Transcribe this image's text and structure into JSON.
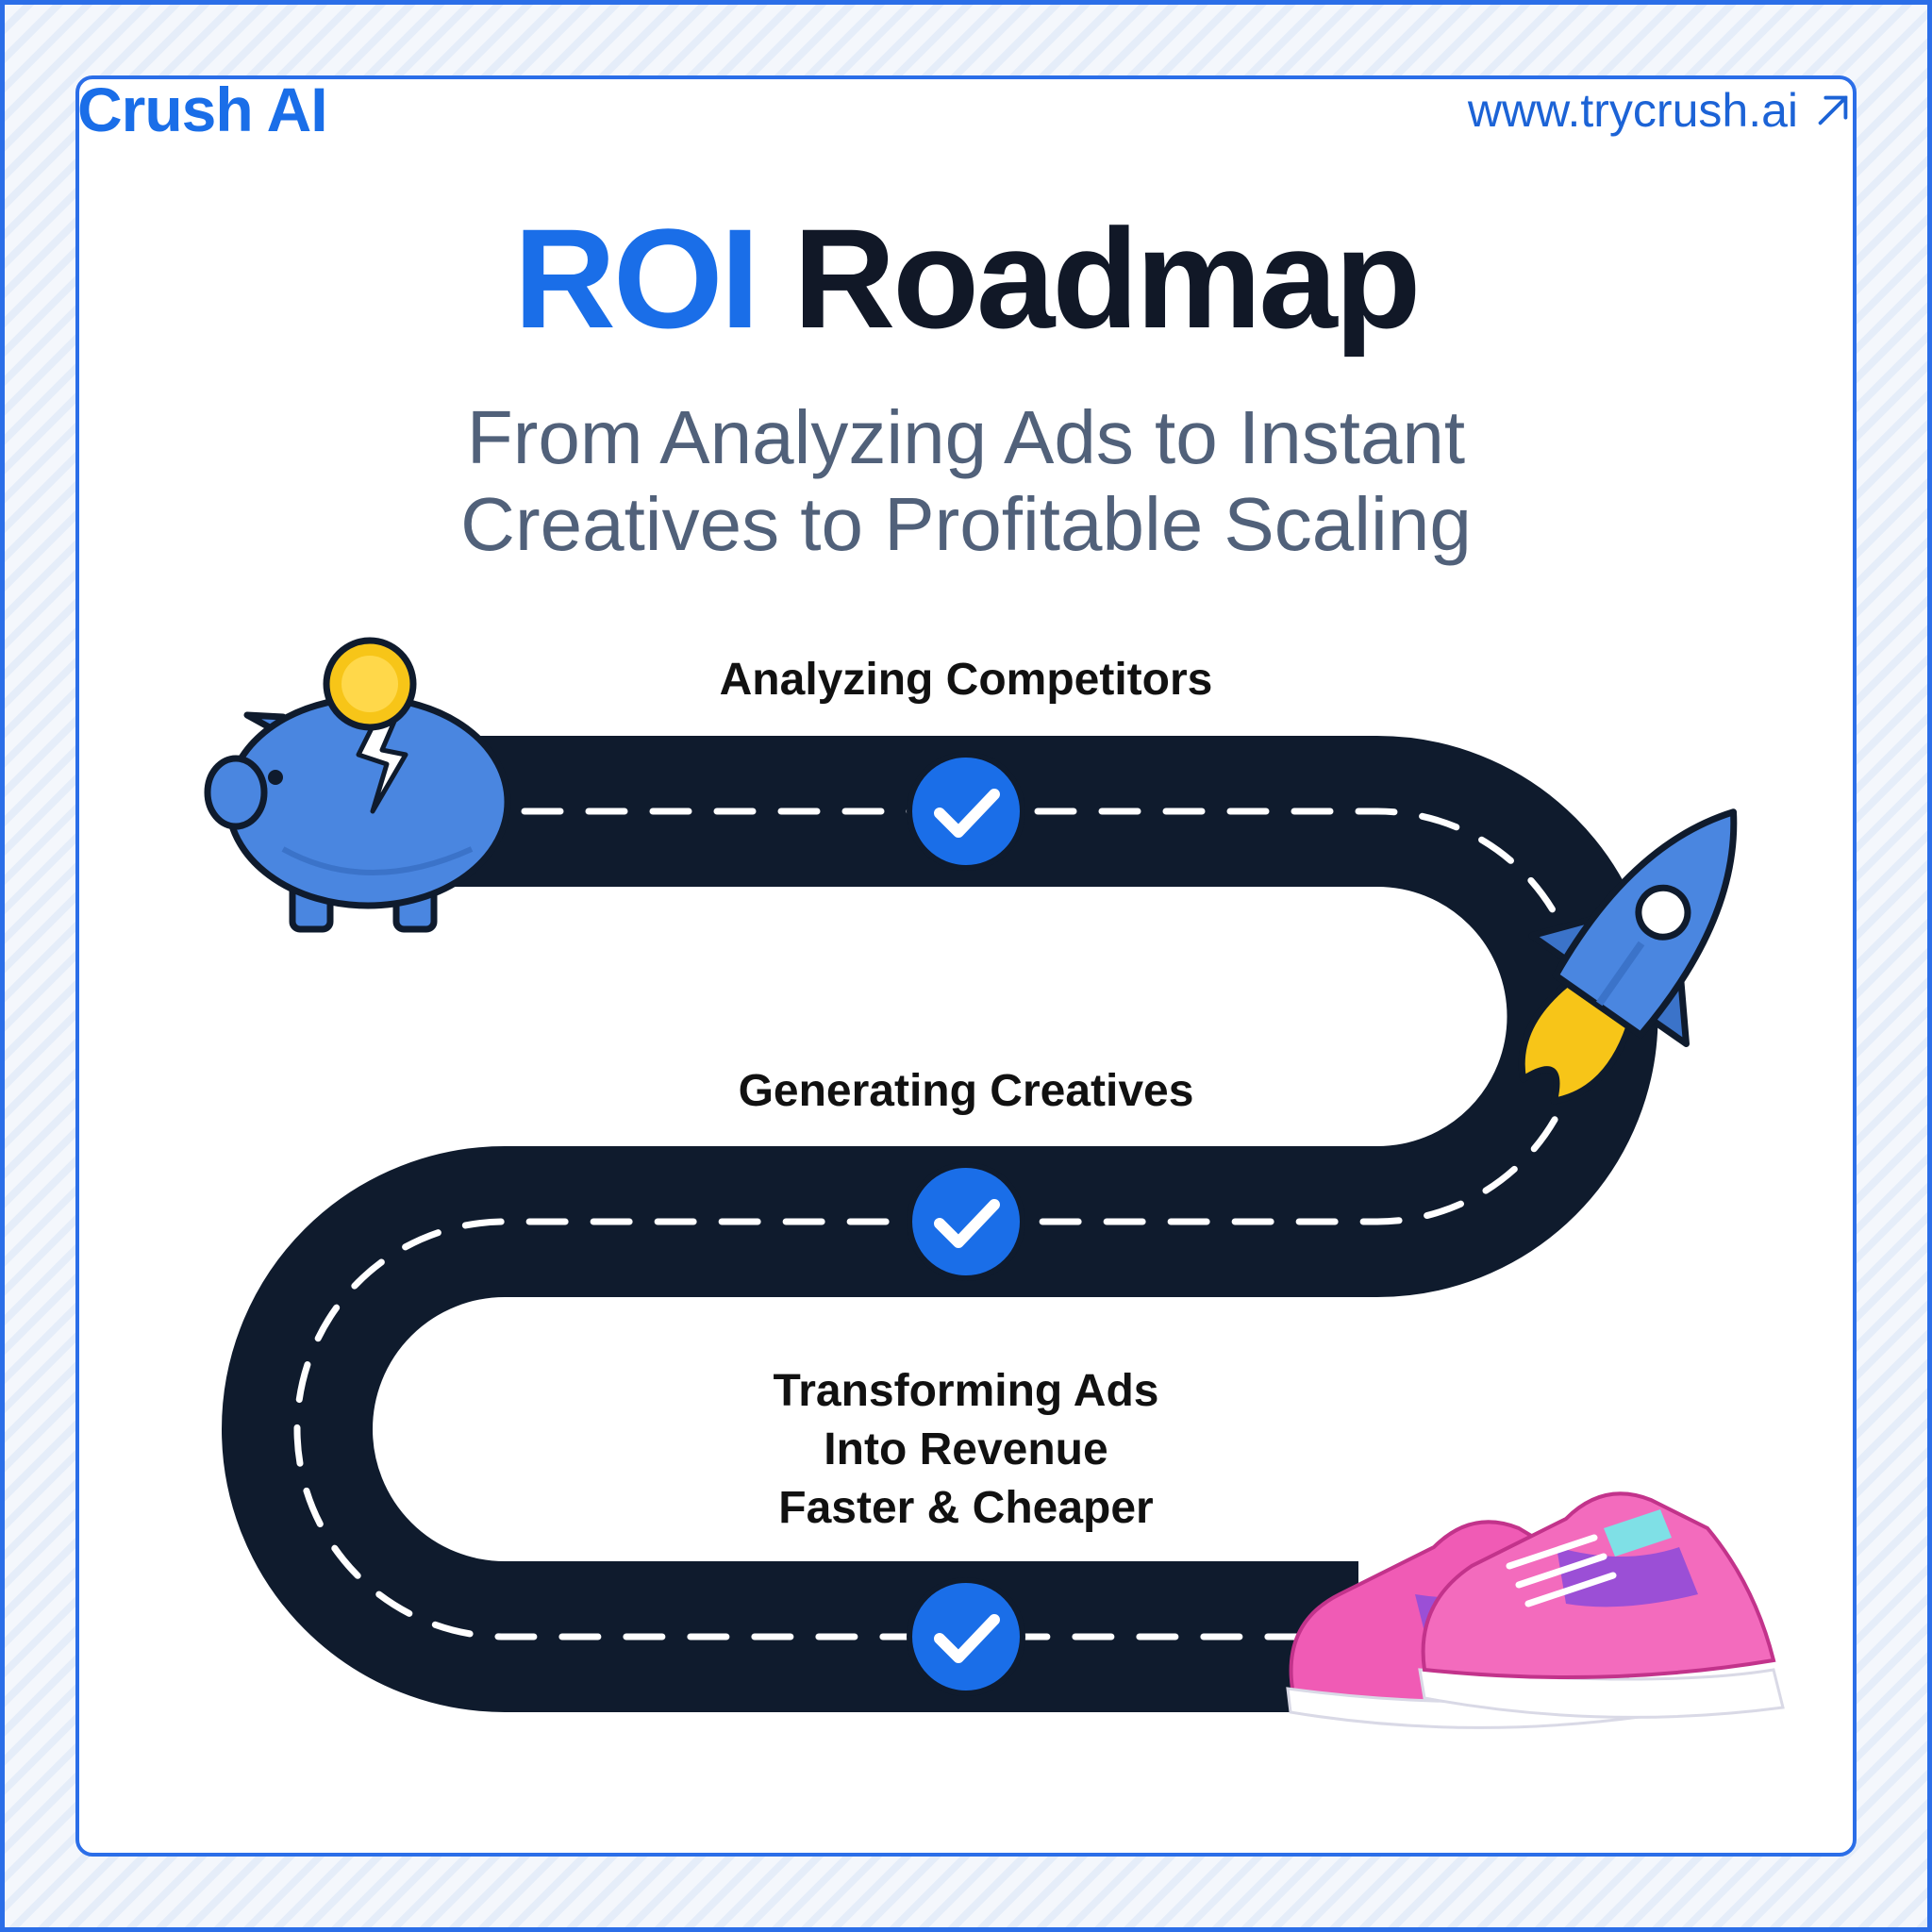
{
  "brand": {
    "name": "Crush AI"
  },
  "header": {
    "url": "www.trycrush.ai",
    "url_icon": "arrow-up-right-icon"
  },
  "title": {
    "accent": "ROI",
    "rest": "Roadmap"
  },
  "subtitle": {
    "line1": "From Analyzing Ads to Instant",
    "line2": "Creatives to Profitable Scaling"
  },
  "stages": [
    {
      "lines": [
        "Analyzing Competitors"
      ],
      "status_icon": "check-circle-icon"
    },
    {
      "lines": [
        "Generating Creatives"
      ],
      "status_icon": "check-circle-icon"
    },
    {
      "lines": [
        "Transforming Ads",
        "Into Revenue",
        "Faster & Cheaper"
      ],
      "status_icon": "check-circle-icon"
    }
  ],
  "illustrations": [
    "piggy-bank-icon",
    "coin-icon",
    "rocket-icon",
    "sneakers-icon"
  ],
  "colors": {
    "accent": "#1a6ee8",
    "road": "#0f1b2d",
    "check": "#1a6ee8",
    "piggy": "#4a86e0",
    "coin": "#f7c518",
    "rocket": "#4a86e0",
    "flame": "#f7c518",
    "sneaker": "#f05bb5"
  }
}
